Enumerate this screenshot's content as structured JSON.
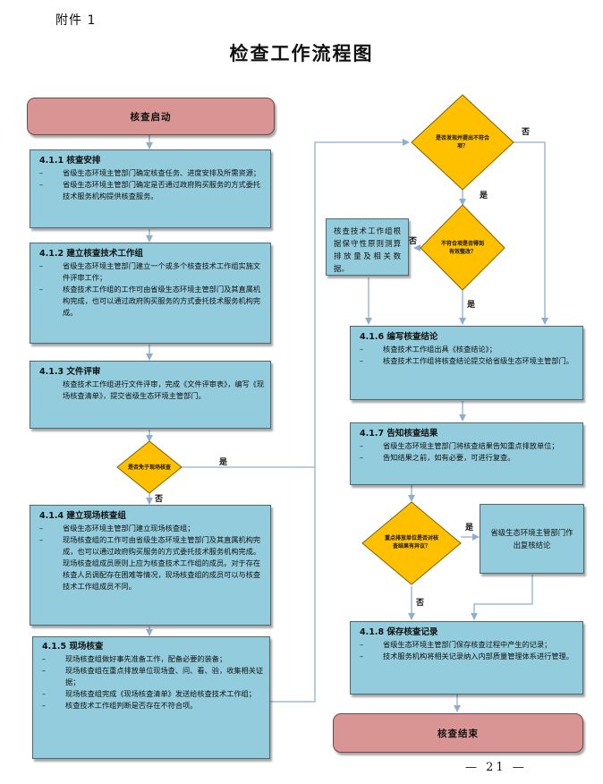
{
  "header": {
    "attachment": "附件 1",
    "title": "检查工作流程图"
  },
  "start": "核查启动",
  "end": "核查结束",
  "steps": {
    "s411": {
      "title": "4.1.1 核查安排",
      "items": [
        "省级生态环境主管部门确定核查任务、进度安排及所需资源；",
        "省级生态环境主管部门确定是否通过政府购买服务的方式委托技术服务机构提供核查服务。"
      ]
    },
    "s412": {
      "title": "4.1.2 建立核查技术工作组",
      "items": [
        "省级生态环境主管部门建立一个或多个核查技术工作组实施文件评审工作；",
        "核查技术工作组的工作可由省级生态环境主管部门及其直属机构完成，也可以通过政府购买服务的方式委托技术服务机构完成。"
      ]
    },
    "s413": {
      "title": "4.1.3 文件评审",
      "text": "核查技术工作组进行文件评审，完成《文件评审表》，编写《现场核查清单》，提交省级生态环境主管部门。"
    },
    "s414": {
      "title": "4.1.4 建立现场核查组",
      "items": [
        "省级生态环境主管部门建立现场核查组；",
        "现场核查组的工作可由省级生态环境主管部门及其直属机构完成，也可以通过政府购买服务的方式委托技术服务机构完成。现场核查组成员原则上应为核查技术工作组的成员。对于存在核查人员调配存在困难等情况，现场核查组的成员可以与核查技术工作组成员不同。"
      ]
    },
    "s415": {
      "title": "4.1.5 现场核查",
      "items": [
        "现场核查组做好事先准备工作，配备必要的装备；",
        "现场核查组在重点排放单位现场查、问、看、验，收集相关证据；",
        "现场核查组完成《现场核查清单》发送给核查技术工作组；",
        "核查技术工作组判断是否存在不符合项。"
      ]
    },
    "s416": {
      "title": "4.1.6 编写核查结论",
      "items": [
        "核查技术工作组出具《核查结论》；",
        "核查技术工作组将核查结论提交给省级生态环境主管部门。"
      ]
    },
    "s417": {
      "title": "4.1.7 告知核查结果",
      "items": [
        "省级生态环境主管部门将核查结果告知重点排放单位；",
        "告知结果之前，如有必要，可进行复查。"
      ]
    },
    "s418": {
      "title": "4.1.8 保存核查记录",
      "items": [
        "省级生态环境主管部门保存核查过程中产生的记录；",
        "技术服务机构将相关记录纳入内部质量管理体系进行管理。"
      ]
    }
  },
  "side_boxes": {
    "conservative": "核查技术工作组根据保守性原则测算排放量及相关数据。",
    "recheck": "省级生态环境主管部门作出复核结论"
  },
  "decisions": {
    "d_onsite": "是否免于现场核查",
    "d_nonconform": "是否发现并提出不符合项？",
    "d_rectify": "不符合项是否得到有效整改？",
    "d_objection": "重点排放单位是否对核查结果有异议？"
  },
  "labels": {
    "yes": "是",
    "no": "否"
  },
  "footer": {
    "page": "— 21 —"
  }
}
